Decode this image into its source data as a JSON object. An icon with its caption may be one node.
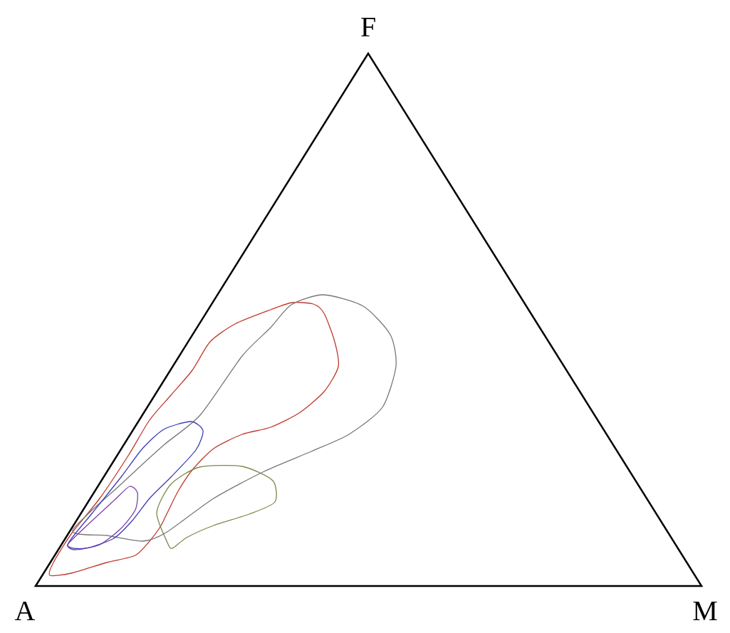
{
  "diagram": {
    "labels": [
      "F",
      "A",
      "M"
    ]
  }
}
